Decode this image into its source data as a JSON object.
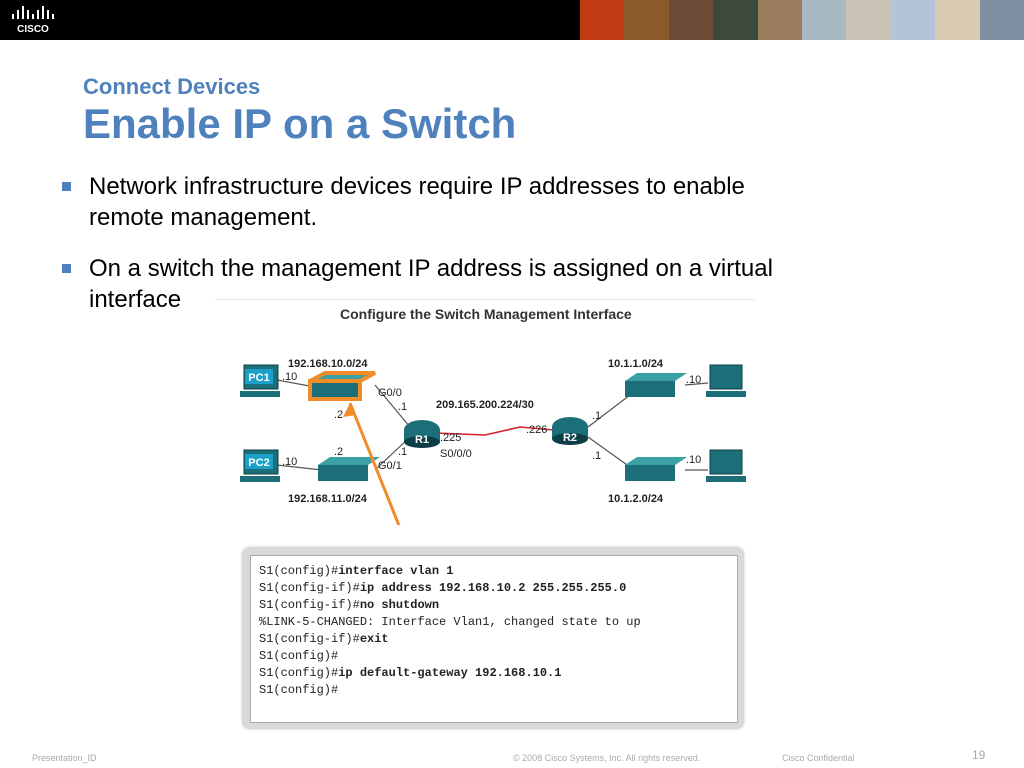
{
  "header": {
    "logo_text": "CISCO",
    "photo_colors": [
      "#c23c13",
      "#8a5a2b",
      "#6b4b35",
      "#3c4a3c",
      "#9a7d5c",
      "#a8b9c4",
      "#c8c2b5",
      "#b2c4d8",
      "#d9cbb2",
      "#7e8fa3"
    ]
  },
  "slide": {
    "subtitle": "Connect Devices",
    "title": "Enable IP on a Switch",
    "bullets": [
      {
        "line1": "Network infrastructure devices require IP addresses to enable",
        "line2": "remote management."
      },
      {
        "line1": "On a switch the management IP address is assigned on a virtual",
        "line2": "interface"
      }
    ]
  },
  "figure": {
    "caption": "Configure the Switch Management Interface",
    "labels": {
      "net_left_top": "192.168.10.0/24",
      "net_left_bottom": "192.168.11.0/24",
      "net_right_top": "10.1.1.0/24",
      "net_right_bottom": "10.1.2.0/24",
      "wan_net": "209.165.200.224/30",
      "pc1": "PC1",
      "pc2": "PC2",
      "r1": "R1",
      "r2": "R2",
      "g00": "G0/0",
      "g01": "G0/1",
      "s000": "S0/0/0",
      "pc1_host": ".10",
      "pc2_host": ".10",
      "s1_host": ".2",
      "s2_host": ".2",
      "r1_g00": ".1",
      "r1_g01": ".1",
      "r1_s0": ".225",
      "r2_s0": ".226",
      "r2_top": ".1",
      "r2_bottom": ".1",
      "pc_right_top": ".10",
      "pc_right_bottom": ".10"
    }
  },
  "terminal": {
    "lines": [
      {
        "prompt": "S1(config)#",
        "cmd": "interface vlan 1"
      },
      {
        "prompt": "S1(config-if)#",
        "cmd": "ip address 192.168.10.2 255.255.255.0"
      },
      {
        "prompt": "S1(config-if)#",
        "cmd": "no shutdown"
      },
      {
        "prompt": "%LINK-5-CHANGED: Interface Vlan1, changed state to up",
        "cmd": ""
      },
      {
        "prompt": "S1(config-if)#",
        "cmd": "exit"
      },
      {
        "prompt": "S1(config)#",
        "cmd": ""
      },
      {
        "prompt": "S1(config)#",
        "cmd": "ip default-gateway 192.168.10.1"
      },
      {
        "prompt": "S1(config)#",
        "cmd": ""
      }
    ]
  },
  "footer": {
    "presentation_id": "Presentation_ID",
    "copyright": "© 2008 Cisco Systems, Inc. All rights reserved.",
    "confidential": "Cisco Confidential",
    "page_number": "19"
  }
}
